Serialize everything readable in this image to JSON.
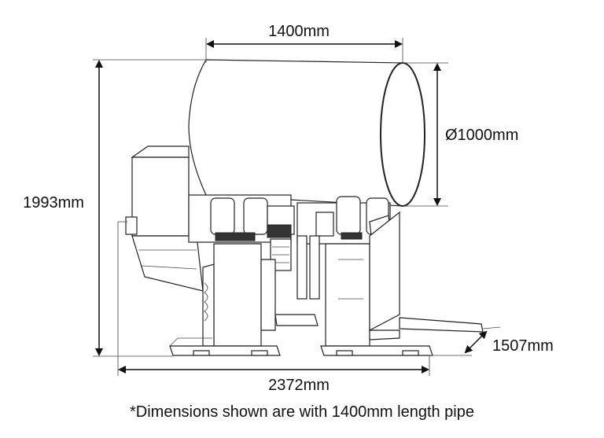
{
  "dimensions": {
    "pipe_length": "1400mm",
    "pipe_diameter": "Ø1000mm",
    "total_height": "1993mm",
    "total_length": "2372mm",
    "depth": "1507mm"
  },
  "footnote": "*Dimensions shown are with 1400mm length pipe",
  "colors": {
    "line": "#222222",
    "background": "#ffffff"
  }
}
